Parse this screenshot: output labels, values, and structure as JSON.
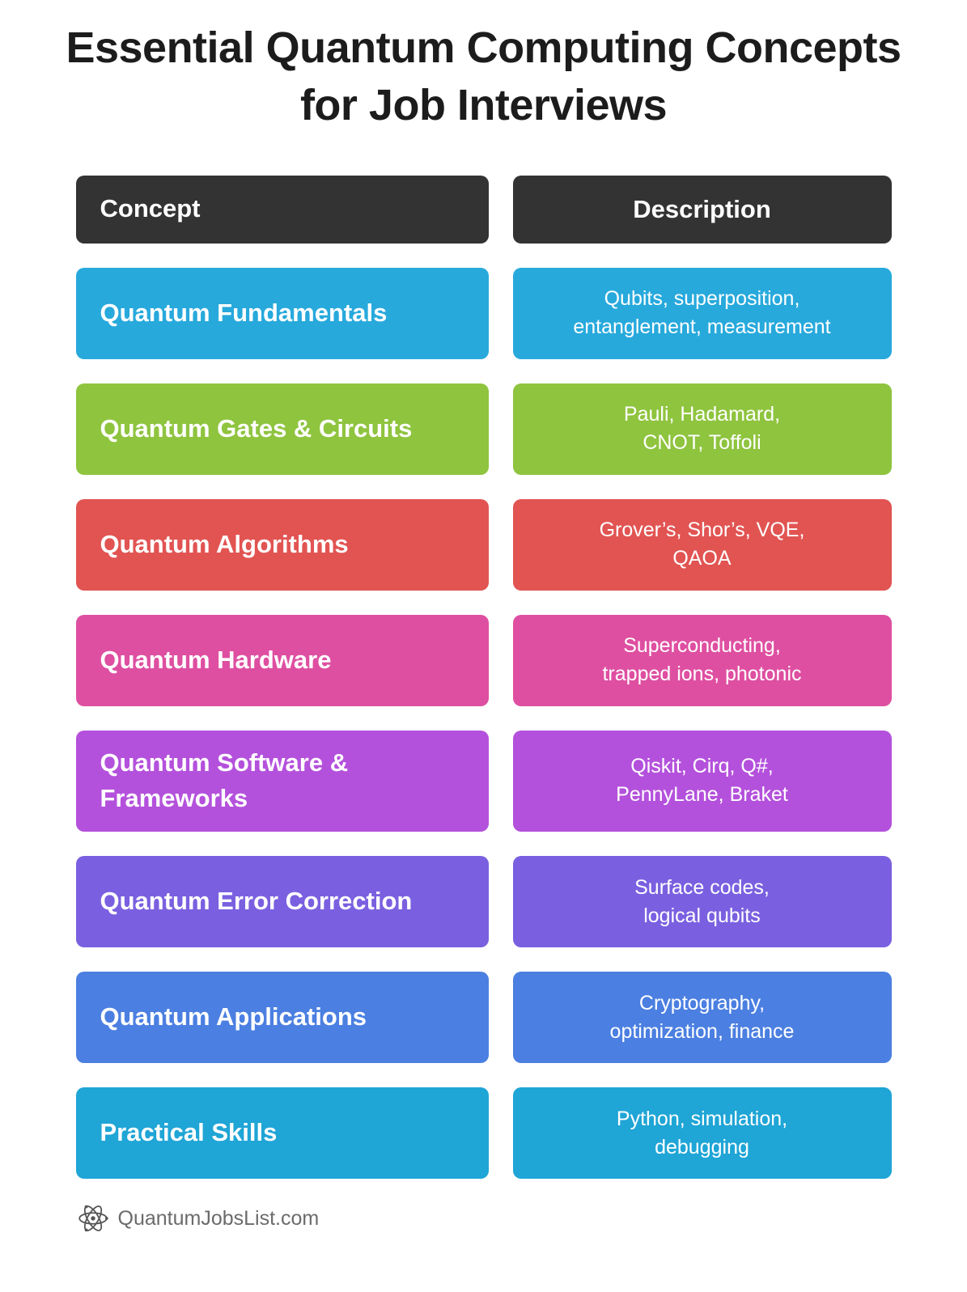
{
  "title": {
    "line1": "Essential Quantum Computing Concepts",
    "line2": "for Job Interviews"
  },
  "table": {
    "header_bg": "#333333",
    "headers": {
      "concept": "Concept",
      "description": "Description"
    },
    "rows": [
      {
        "concept": "Quantum Fundamentals",
        "description": "Qubits, superposition,\nentanglement, measurement",
        "color": "#27a9dc"
      },
      {
        "concept": "Quantum Gates & Circuits",
        "description": "Pauli, Hadamard,\nCNOT, Toffoli",
        "color": "#8fc43f"
      },
      {
        "concept": "Quantum Algorithms",
        "description": "Grover’s, Shor’s, VQE,\nQAOA",
        "color": "#e15452"
      },
      {
        "concept": "Quantum Hardware",
        "description": "Superconducting,\ntrapped ions, photonic",
        "color": "#de4fa1"
      },
      {
        "concept": "Quantum Software & Frameworks",
        "description": "Qiskit, Cirq, Q#,\nPennyLane, Braket",
        "color": "#b451dc"
      },
      {
        "concept": "Quantum Error Correction",
        "description": "Surface codes,\nlogical qubits",
        "color": "#7a60e0"
      },
      {
        "concept": "Quantum Applications",
        "description": "Cryptography,\noptimization, finance",
        "color": "#4b7fe1"
      },
      {
        "concept": "Practical Skills",
        "description": "Python, simulation,\ndebugging",
        "color": "#1fa5d6"
      }
    ]
  },
  "footer": {
    "site": "QuantumJobsList.com",
    "icon": "atom-icon"
  }
}
